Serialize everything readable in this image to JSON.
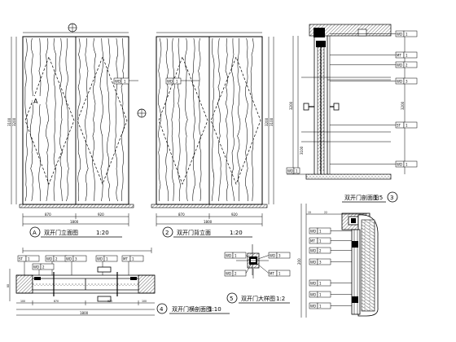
{
  "title_a": {
    "marker": "A",
    "name": "双开门立面图",
    "scale": "1:20"
  },
  "title_2": {
    "marker": "2",
    "name": "双开门背立面",
    "scale": "1:20"
  },
  "title_3": {
    "marker": "3",
    "name": "双开门剖面图",
    "scale": "1:5"
  },
  "title_4": {
    "marker": "4",
    "name": "双开门横剖面图",
    "scale": "1:10"
  },
  "title_5": {
    "marker": "5",
    "name": "双开门大样图",
    "scale": "1:2"
  },
  "dims": {
    "elev1_halves": [
      "870",
      "920"
    ],
    "elev1_total": "1800",
    "elev1_height": "3200",
    "elev1_height_inner": "3100",
    "elev2_halves": [
      "870",
      "920"
    ],
    "elev2_total": "1800",
    "elev2_height_r": "3200",
    "elev2_height_r2": "3100",
    "sec3_height": "3200",
    "sec3_height_r": "3100",
    "plan4_parts": [
      "100",
      "870",
      "920",
      "100"
    ],
    "plan4_total": "1800",
    "plan4_depth": "80",
    "det_small": [
      "15",
      "22"
    ],
    "det_height": "200"
  },
  "tags": {
    "elev1": {
      "code": "WD",
      "num": "1"
    },
    "elev2": {
      "code": "WD",
      "num": "1"
    },
    "sec3": [
      {
        "code": "WD",
        "num": "1"
      },
      {
        "code": "MT",
        "num": "1"
      },
      {
        "code": "WD",
        "num": "2"
      },
      {
        "code": "WD",
        "num": "3"
      },
      {
        "code": "ST",
        "num": "1"
      },
      {
        "code": "WD",
        "num": "1"
      }
    ],
    "sec3_bottom": {
      "code": "WD",
      "num": "1"
    },
    "detail_right": [
      {
        "code": "WD",
        "num": "1"
      },
      {
        "code": "MT",
        "num": "1"
      },
      {
        "code": "WD",
        "num": "2"
      },
      {
        "code": "WD",
        "num": "3"
      },
      {
        "code": "WD",
        "num": "1"
      },
      {
        "code": "WD",
        "num": "1"
      },
      {
        "code": "WD",
        "num": "1"
      }
    ],
    "plan4": [
      {
        "code": "ST",
        "num": "1"
      },
      {
        "code": "WD",
        "num": "2"
      },
      {
        "code": "WD",
        "num": "3"
      },
      {
        "code": "WD",
        "num": "1"
      },
      {
        "code": "MT",
        "num": "1"
      },
      {
        "code": "WD",
        "num": "2"
      }
    ],
    "det5": [
      {
        "code": "WD",
        "num": "1"
      },
      {
        "code": "WD",
        "num": "2"
      },
      {
        "code": "WD",
        "num": "3"
      },
      {
        "code": "MT",
        "num": "1"
      }
    ]
  }
}
